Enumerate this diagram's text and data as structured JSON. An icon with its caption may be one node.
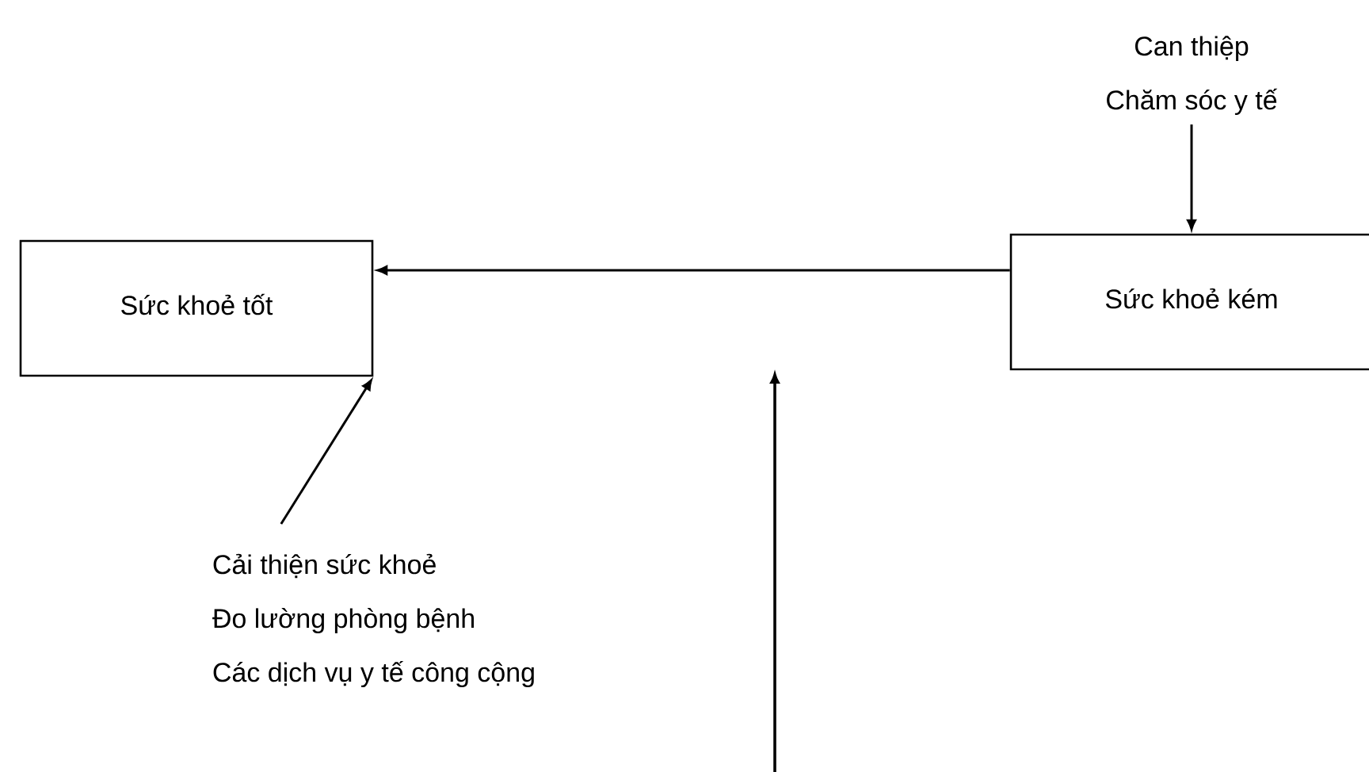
{
  "diagram": {
    "nodes": [
      {
        "text": [
          "Sức khoẻ tốt"
        ]
      },
      {
        "text": [
          "Sức khoẻ kém"
        ]
      },
      {
        "text": [
          "Can thiệp",
          "Chăm sóc y tế"
        ]
      },
      {
        "text": [
          "Cải thiện sức khoẻ",
          "Đo lường phòng bệnh",
          "Các dịch vụ y tế công cộng"
        ]
      }
    ],
    "edges": [
      {
        "from": 1,
        "to": 0,
        "arrow": "to"
      },
      {
        "from": 2,
        "to": 1,
        "arrow": "to"
      },
      {
        "from": 3,
        "to": 0,
        "arrow": "to"
      }
    ]
  }
}
